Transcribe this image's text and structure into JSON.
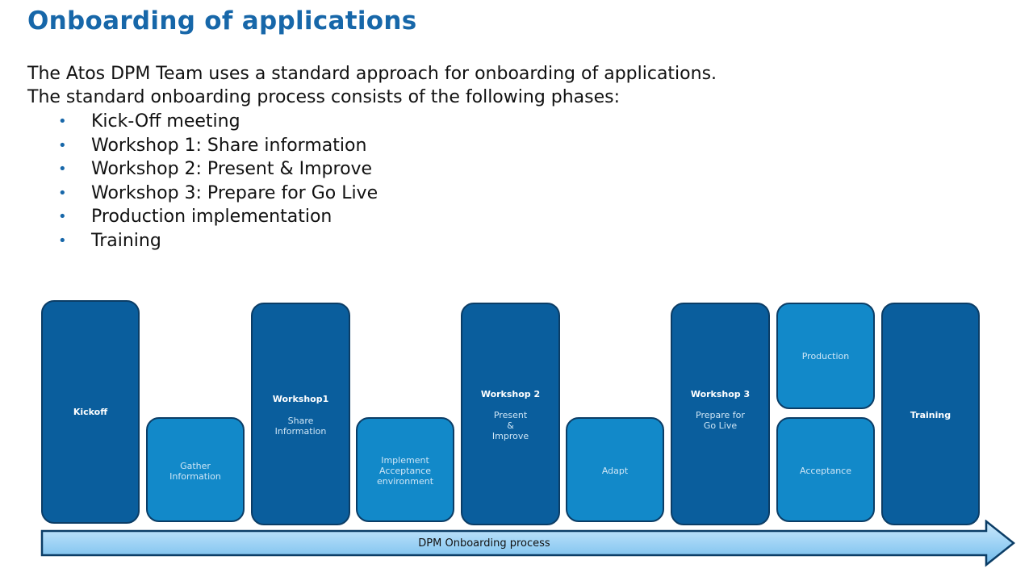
{
  "title": "Onboarding of applications",
  "intro": [
    "The Atos DPM Team uses a standard approach for onboarding of applications.",
    "The standard onboarding process consists of the following phases:"
  ],
  "phases": [
    "Kick-Off meeting",
    "Workshop 1: Share information",
    "Workshop 2: Present & Improve",
    "Workshop 3: Prepare for Go Live",
    "Production implementation",
    "Training"
  ],
  "diagram": {
    "kickoff": "Kickoff",
    "gather": [
      "Gather",
      "Information"
    ],
    "workshop1": {
      "title": "Workshop1",
      "sub": [
        "Share",
        "Information"
      ]
    },
    "implement": [
      "Implement",
      "Acceptance",
      "environment"
    ],
    "workshop2": {
      "title": "Workshop 2",
      "sub": [
        "Present",
        "&",
        "Improve"
      ]
    },
    "adapt": "Adapt",
    "workshop3": {
      "title": "Workshop 3",
      "sub": [
        "Prepare for",
        "Go Live"
      ]
    },
    "production": "Production",
    "acceptance": "Acceptance",
    "training": "Training",
    "arrow_label": "DPM Onboarding process"
  },
  "colors": {
    "dark": "#0a5e9d",
    "light": "#1289c9",
    "title": "#1767a9",
    "arrow": "#9fd3f5"
  }
}
